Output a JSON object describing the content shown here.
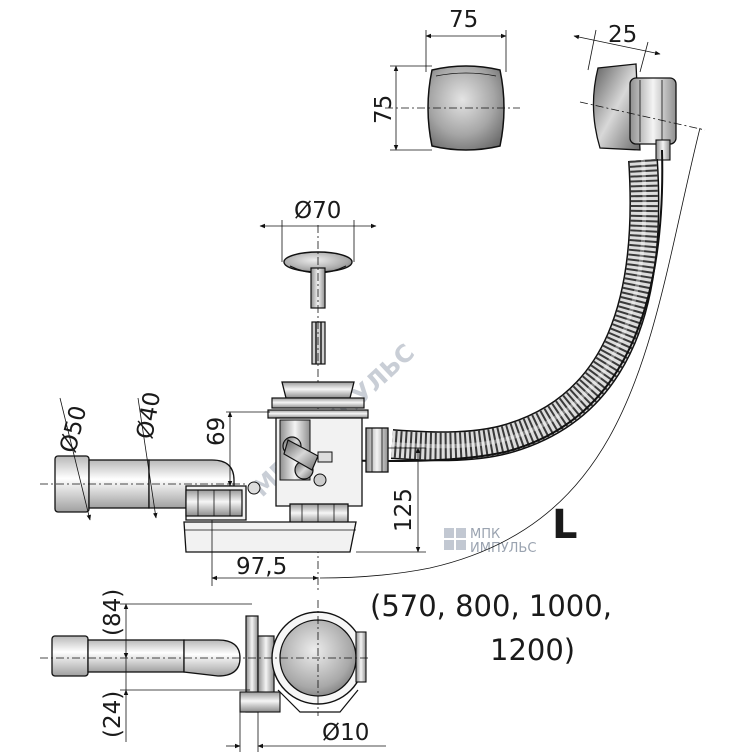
{
  "labels": {
    "overflow_cap_width": "75",
    "overflow_cap_height": "75",
    "overflow_depth": "25",
    "plug_diameter": "Ø70",
    "outlet_diameter_50": "Ø50",
    "outlet_diameter_40": "Ø40",
    "height_69": "69",
    "height_125": "125",
    "offset_97_5": "97,5",
    "length_L": "L",
    "lengths_line1": "(570, 800, 1000,",
    "lengths_line2": "1200)",
    "plan_84": "(84)",
    "plan_24": "(24)",
    "plan_diameter_10": "Ø10"
  },
  "watermark": {
    "diagonal": "МПК ИМПУЛЬС",
    "logo_line1": "МПК",
    "logo_line2": "ИМПУЛЬС"
  },
  "colors": {
    "line": "#111111",
    "metal_light": "#f4f4f4",
    "metal_dark": "#8a8a8a",
    "watermark": "#c9ced6"
  }
}
